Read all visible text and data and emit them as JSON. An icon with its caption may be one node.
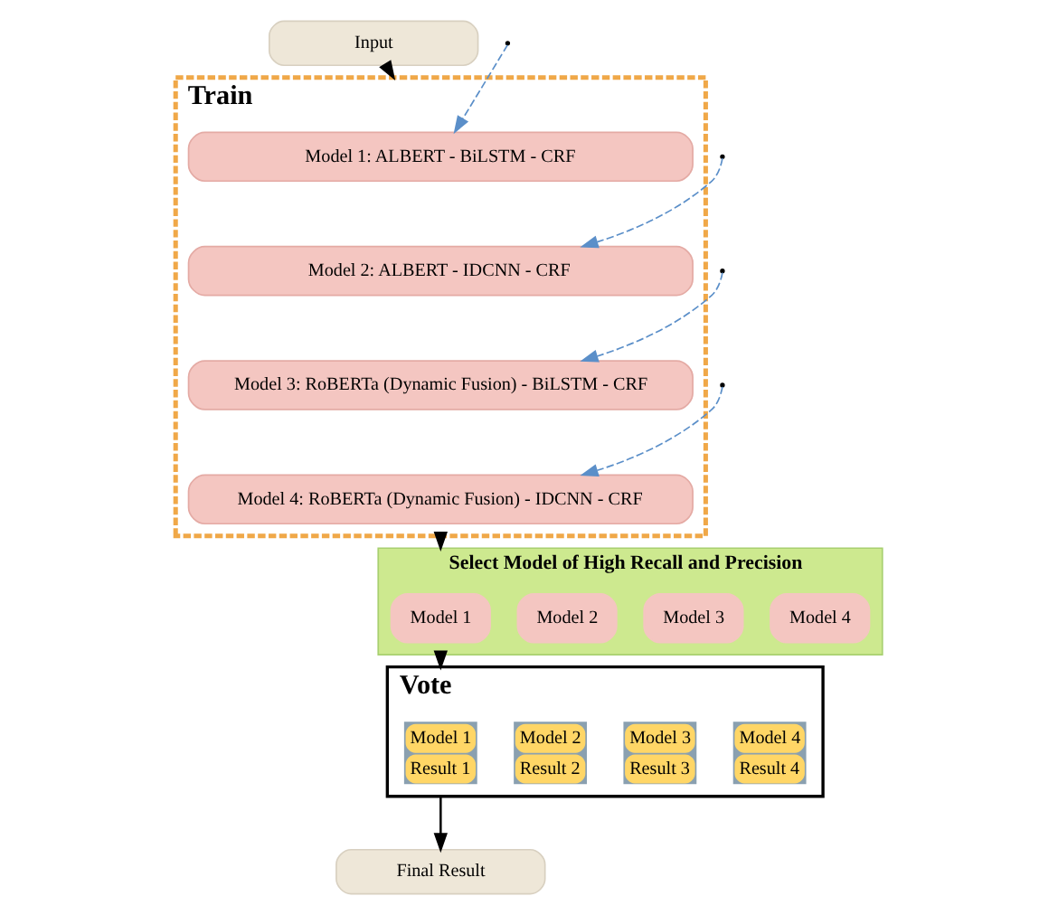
{
  "diagram": {
    "nodes": [
      {
        "text": [
          "Input"
        ]
      },
      {
        "text": [
          "Train"
        ]
      },
      {
        "text": [
          "Model 1: ALBERT - BiLSTM - CRF"
        ],
        "in": 1
      },
      {
        "text": [
          "Model 2: ALBERT - IDCNN - CRF"
        ],
        "in": 1
      },
      {
        "text": [
          "Model 3: RoBERTa (Dynamic Fusion) - BiLSTM - CRF"
        ],
        "in": 1
      },
      {
        "text": [
          "Model 4: RoBERTa (Dynamic Fusion) - IDCNN - CRF"
        ],
        "in": 1
      },
      {
        "text": [
          "Select Model of High Recall and Precision"
        ]
      },
      {
        "text": [
          "Model 1"
        ],
        "in": 6
      },
      {
        "text": [
          "Model 2"
        ],
        "in": 6
      },
      {
        "text": [
          "Model 3"
        ],
        "in": 6
      },
      {
        "text": [
          "Model 4"
        ],
        "in": 6
      },
      {
        "text": [
          "Vote"
        ]
      },
      {
        "text": [
          "Model 1",
          "Result 1"
        ],
        "in": 11
      },
      {
        "text": [
          "Model 2",
          "Result 2"
        ],
        "in": 11
      },
      {
        "text": [
          "Model 3",
          "Result 3"
        ],
        "in": 11
      },
      {
        "text": [
          "Model 4",
          "Result 4"
        ],
        "in": 11
      },
      {
        "text": [
          "Final Result"
        ]
      }
    ],
    "edges": [
      {
        "from": 0,
        "to": 1,
        "arrow": "to",
        "color": "#000000"
      },
      {
        "from": null,
        "to": 2,
        "arrow": "to",
        "style": "dashed",
        "color": "#5b8fc9"
      },
      {
        "from": null,
        "to": 3,
        "arrow": "to",
        "style": "dashed",
        "color": "#5b8fc9"
      },
      {
        "from": null,
        "to": 4,
        "arrow": "to",
        "style": "dashed",
        "color": "#5b8fc9"
      },
      {
        "from": null,
        "to": 5,
        "arrow": "to",
        "style": "dashed",
        "color": "#5b8fc9"
      },
      {
        "from": 1,
        "to": 6,
        "arrow": "to",
        "color": "#000000"
      },
      {
        "from": 6,
        "to": 11,
        "arrow": "to",
        "color": "#000000"
      },
      {
        "from": 11,
        "to": 16,
        "arrow": "to",
        "color": "#000000"
      }
    ]
  }
}
